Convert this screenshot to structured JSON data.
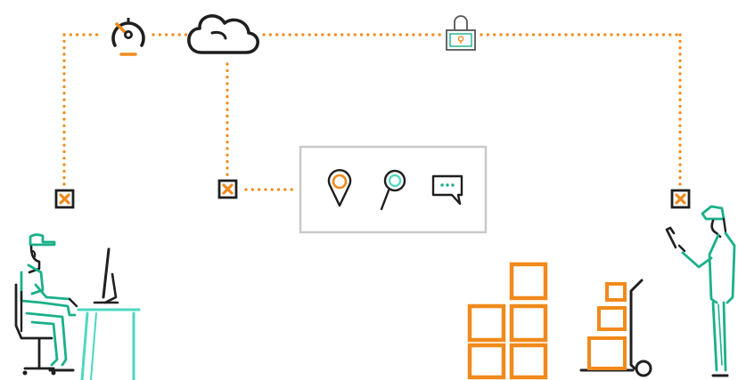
{
  "colors": {
    "accent_orange": "#F08A1C",
    "dark": "#1F1F1F",
    "teal": "#1AB08A",
    "teal_light": "#4DD8C0",
    "panel_border": "#C9C9C9"
  },
  "icons": {
    "top_row": [
      "speedometer-icon",
      "cloud-icon",
      "padlock-icon"
    ],
    "panel": [
      "location-pin-icon",
      "magnifier-icon",
      "chat-bubble-icon"
    ],
    "nodes": [
      "x-node-icon",
      "x-node-icon",
      "x-node-icon"
    ]
  },
  "figures": [
    "worker-at-desk",
    "stacked-boxes",
    "hand-truck-with-boxes",
    "worker-with-phone"
  ]
}
